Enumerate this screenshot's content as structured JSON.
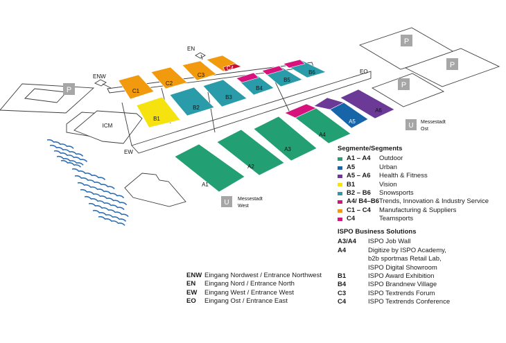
{
  "colors": {
    "outdoor": "#22a073",
    "urban": "#1565a8",
    "health": "#6a3a96",
    "vision": "#f5e20e",
    "snowsports": "#2a9ba8",
    "trends": "#d6137d",
    "manufacturing": "#f29a0e",
    "teamsports": "#c8102e",
    "outline": "#3a3a3a",
    "parking": "#a6a6a6",
    "water": "#2f6fb5"
  },
  "halls": {
    "A1": "A1",
    "A2": "A2",
    "A3": "A3",
    "A4": "A4",
    "A5": "A5",
    "A6": "A6",
    "B1": "B1",
    "B2": "B2",
    "B3": "B3",
    "B4": "B4",
    "B5": "B5",
    "B6": "B6",
    "C1": "C1",
    "C2": "C2",
    "C3": "C3",
    "C4": "C4",
    "ICM": "ICM"
  },
  "entrances": {
    "ENW": "ENW",
    "EN": "EN",
    "EW": "EW",
    "EO": "EO"
  },
  "parking_label": "P",
  "ubahn": {
    "symbol": "U",
    "west": [
      "Messestadt",
      "West"
    ],
    "east": [
      "Messestadt",
      "Ost"
    ]
  },
  "segments": {
    "title": "Segmente/Segments",
    "items": [
      {
        "code": "A1 – A4",
        "label": "Outdoor",
        "color": "outdoor"
      },
      {
        "code": "A5",
        "label": "Urban",
        "color": "urban"
      },
      {
        "code": "A5 – A6",
        "label": "Health & Fitness",
        "color": "health"
      },
      {
        "code": "B1",
        "label": "Vision",
        "color": "vision"
      },
      {
        "code": "B2 – B6",
        "label": "Snowsports",
        "color": "snowsports"
      },
      {
        "code": "A4/ B4–B6",
        "label": "Trends, Innovation & Industry Service",
        "color": "trends"
      },
      {
        "code": "C1 – C4",
        "label": "Manufacturing & Suppliers",
        "color": "manufacturing"
      },
      {
        "code": "C4",
        "label": "Teamsports",
        "color": "trends"
      }
    ]
  },
  "solutions": {
    "title": "ISPO Business Solutions",
    "items": [
      {
        "code": "A3/A4",
        "lines": [
          "ISPO Job Wall"
        ]
      },
      {
        "code": "A4",
        "lines": [
          "Digitize by ISPO Academy,",
          "b2b sportmas Retail Lab,",
          "ISPO Digital Showroom"
        ]
      },
      {
        "code": "B1",
        "lines": [
          "ISPO Award Exhibition"
        ]
      },
      {
        "code": "B4",
        "lines": [
          "ISPO Brandnew Village"
        ]
      },
      {
        "code": "C3",
        "lines": [
          "ISPO Textrends Forum"
        ]
      },
      {
        "code": "C4",
        "lines": [
          "ISPO Textrends Conference"
        ]
      }
    ]
  },
  "entrance_legend": [
    {
      "code": "ENW",
      "label": "Eingang Nordwest / Entrance Northwest"
    },
    {
      "code": "EN",
      "label": "Eingang Nord / Entrance North"
    },
    {
      "code": "EW",
      "label": "Eingang West / Entrance West"
    },
    {
      "code": "EO",
      "label": "Eingang Ost / Entrance East"
    }
  ]
}
